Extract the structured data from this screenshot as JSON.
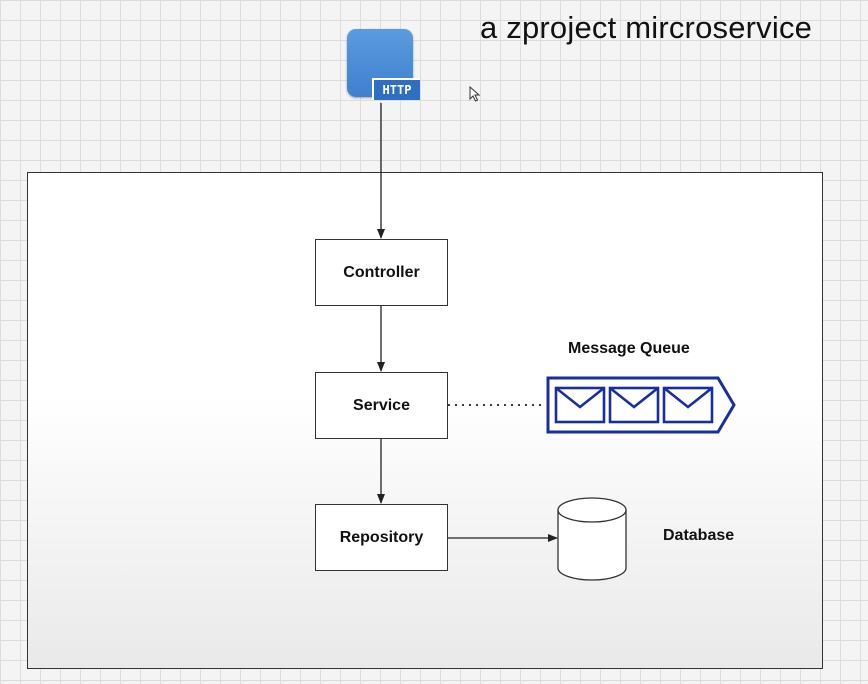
{
  "title": "a zproject mircroservice",
  "http_icon": {
    "label": "HTTP"
  },
  "boxes": {
    "controller": "Controller",
    "service": "Service",
    "repository": "Repository"
  },
  "message_queue": {
    "label": "Message Queue",
    "icon": "message-queue-icon",
    "color": "#1a2f9e"
  },
  "database": {
    "label": "Database",
    "icon": "database-cylinder-icon"
  },
  "colors": {
    "http_tile": "#4a8ad8",
    "line": "#222222",
    "queue_stroke": "#1a2f9e"
  }
}
